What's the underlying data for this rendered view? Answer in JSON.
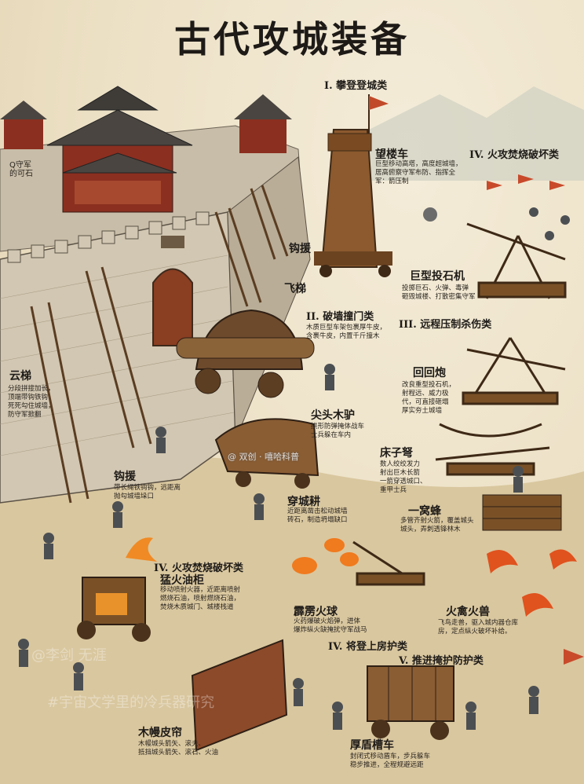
{
  "title": "古代攻城装备",
  "sections": {
    "s1": "I. 攀登登城类",
    "s2": "II. 破墙撞门类",
    "s3": "III. 远程压制杀伤类",
    "s4a": "IV. 火攻焚烧破坏类",
    "s4b": "IV. 火攻焚烧破坏类",
    "s4c": "IV. 将登上房护类",
    "s5": "V. 推进掩护防护类"
  },
  "items": {
    "tower": {
      "name": "望楼车",
      "desc": "巨型移动高塔，高度超城墙，\n居高俯察守军布防、指挥全\n军：箭压制"
    },
    "trebuchet_big": {
      "name": "巨型投石机",
      "desc": "投掷巨石、火弹、毒弹\n砸毁城楼、打散密集守军"
    },
    "hook_top": {
      "name": "钩援"
    },
    "ladder_fly": {
      "name": "飞梯"
    },
    "defender_stone": {
      "name": "Q守军\n的可石"
    },
    "ram": {
      "name": "",
      "desc": "木质巨型车架包裹厚牛皮，\n含裹牛皮，内置千斤撞木"
    },
    "cloud_ladder": {
      "name": "云梯",
      "desc": "分段拼接加长，\n顶端带钩铁钩\n死死勾住城墙，\n防守军掀翻"
    },
    "huihui": {
      "name": "回回炮",
      "desc": "改良重型投石机，\n射程远、威力极\n代，可直接砸塌\n厚实夯土城墙"
    },
    "donkey": {
      "name": "尖头木驴",
      "desc": "拱形防弹掩体战车\n士兵躲在车内"
    },
    "bed_crossbow": {
      "name": "床子弩",
      "desc": "数人绞绞发力\n射出巨木长箭\n一箭穿透城口、\n重甲士兵"
    },
    "hook_low": {
      "name": "钩援",
      "desc": "带长绳铁钩钩，远距离\n抛勾城墙垛口"
    },
    "wall_drill": {
      "name": "穿城耕",
      "desc": "近距离凿击松动城墙\n砖石，制造坍塌缺口"
    },
    "beehive": {
      "name": "一窝蜂",
      "desc": "多管齐射火箭，覆盖城头\n城头，弄刺透锋林木"
    },
    "fire_cabinet": {
      "name": "猛火油柜",
      "desc": "移动喷射火器，近距离喷射\n燃烧石油，喷射燃烧石油，\n焚烧木质城门、城楼栈道"
    },
    "thunder_ball": {
      "name": "霹雳火球",
      "desc": "火药爆破火焰弹，迸体\n爆炸纵火缺掩扰守军战马"
    },
    "fire_birds": {
      "name": "火禽火兽",
      "desc": "飞鸟走兽，驱入城内器仓库\n房，定点纵火破坏补给。"
    },
    "curtain": {
      "name": "木幔皮帘",
      "desc": "木幔城头箭矢、滚夫、\n抵挡城头箭矢、滚石、火油"
    },
    "shield_cart": {
      "name": "厚盾槽车",
      "desc": "封闭式移动盾车，步兵躲车\n稳步推进，全程规避远距"
    }
  },
  "watermarks": [
    "@ 双创 · 嘻哈科普",
    "@李剑 无涯",
    "#宇宙文学里的冷兵器研究"
  ]
}
